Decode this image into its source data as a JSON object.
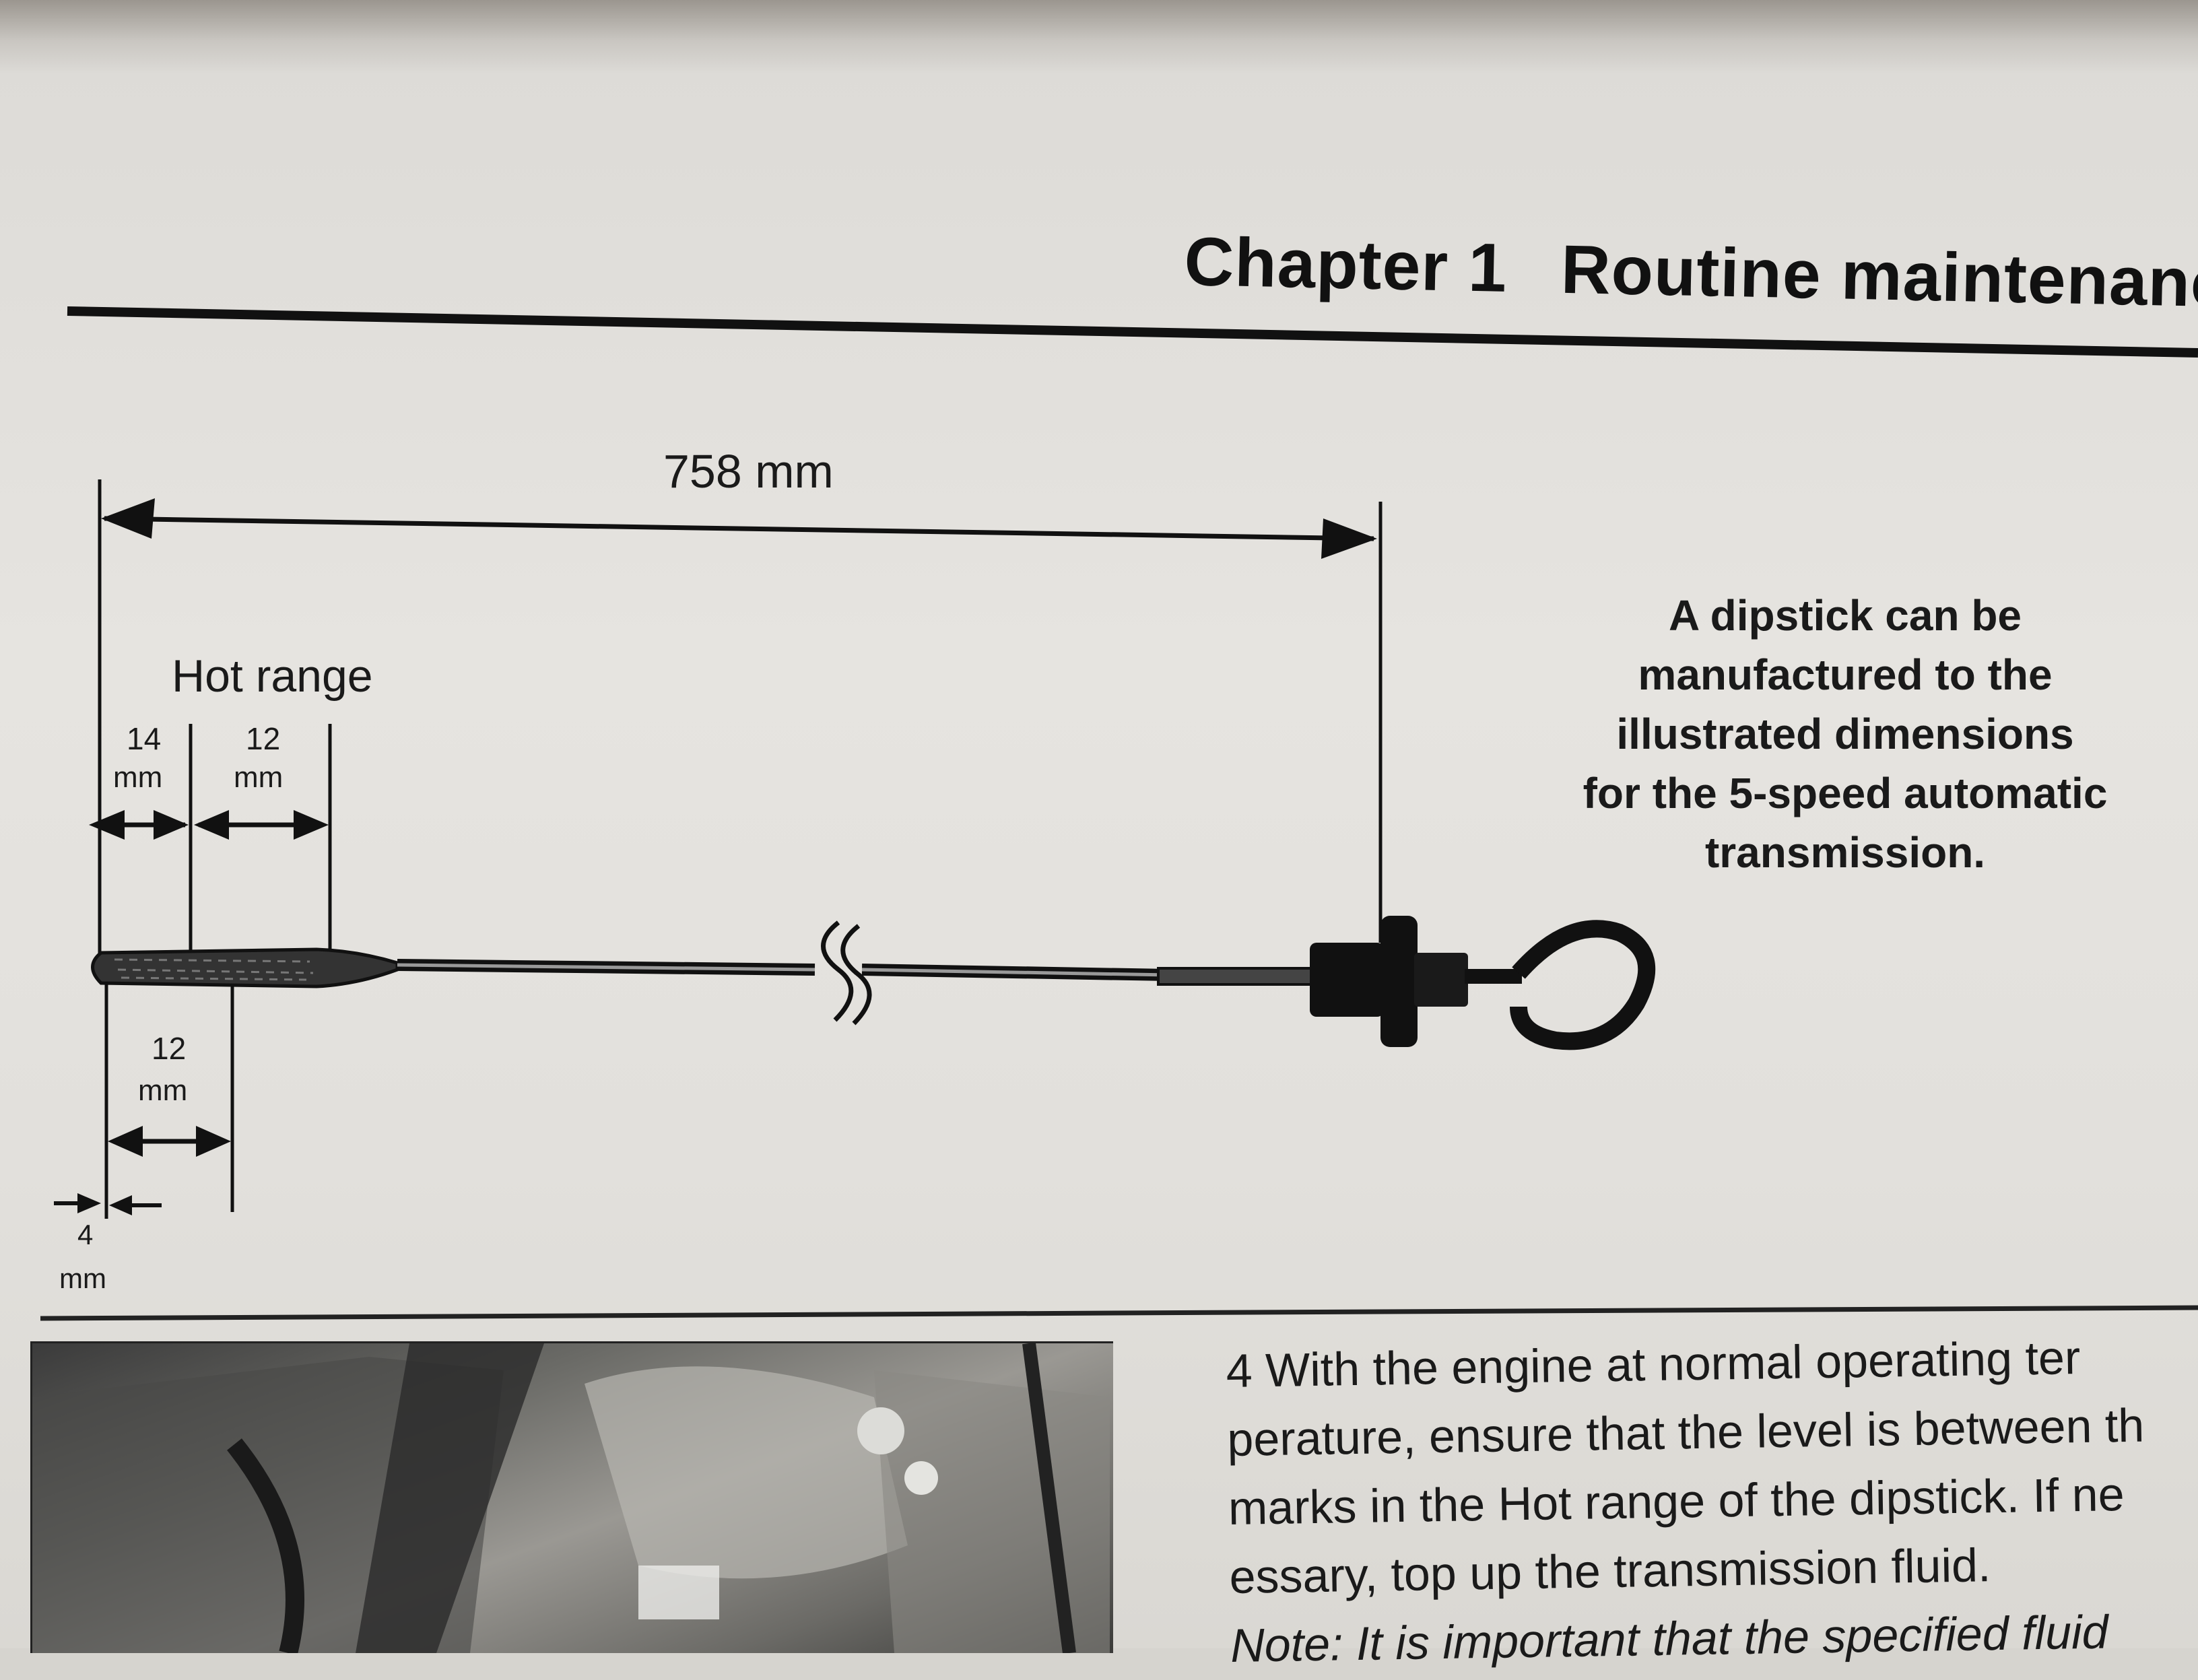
{
  "header": {
    "chapter": "Chapter 1",
    "title": "Routine maintenance"
  },
  "figure": {
    "total_length": "758 mm",
    "hot_range_label": "Hot range",
    "dim_14_value": "14",
    "dim_14_unit": "mm",
    "dim_12_upper_value": "12",
    "dim_12_upper_unit": "mm",
    "dim_12_lower_value": "12",
    "dim_12_lower_unit": "mm",
    "dim_4_value": "4",
    "dim_4_unit": "mm"
  },
  "caption": {
    "lines": [
      "A dipstick can be",
      "manufactured to the",
      "illustrated dimensions",
      "for the 5-speed automatic",
      "transmission."
    ]
  },
  "body": {
    "lines": [
      "4     With the engine at normal operating ter",
      "perature, ensure that the level is between th",
      "marks in the Hot range of the dipstick. If ne",
      "essary, top up the transmission fluid.",
      "Note: It is important that the specified fluid"
    ]
  },
  "photo": {
    "description_icon": "engine-bay-photo"
  }
}
